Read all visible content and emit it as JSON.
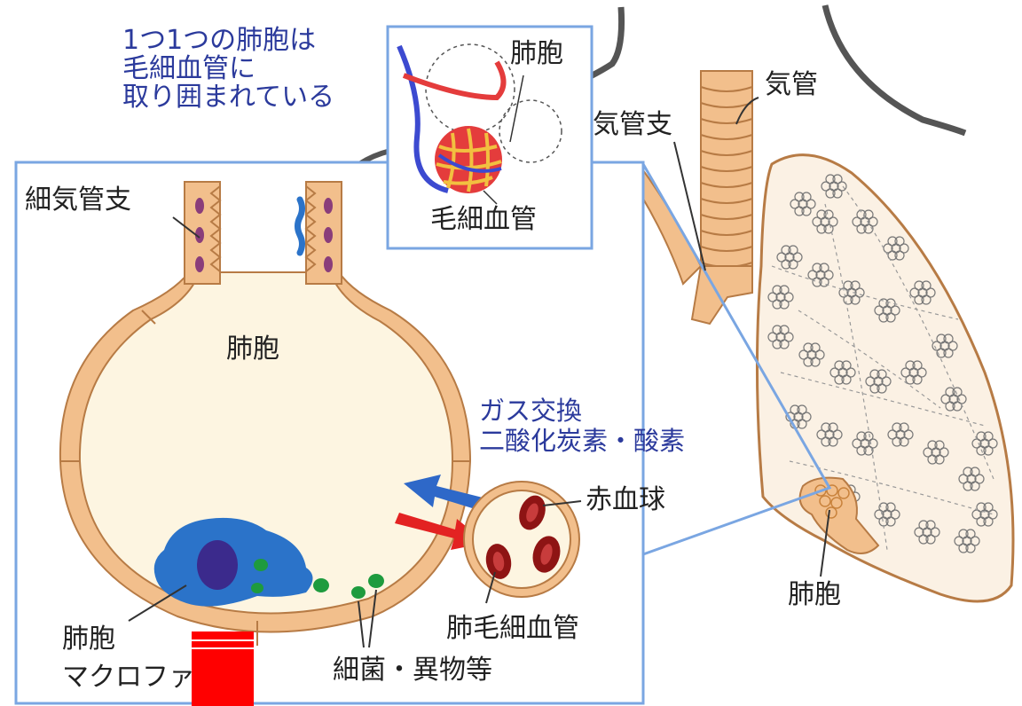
{
  "labels": {
    "caption_line1": "1つ1つの肺胞は",
    "caption_line2": "毛細血管に",
    "caption_line3": "取り囲まれている",
    "inset_alveolus": "肺胞",
    "inset_capillary": "毛細血管",
    "trachea": "気管",
    "bronchus": "気管支",
    "bronchiole": "細気管支",
    "alveolus_main": "肺胞",
    "gas_exchange_1": "ガス交換",
    "gas_exchange_2": "二酸化炭素・酸素",
    "red_blood_cell": "赤血球",
    "pulmonary_capillary": "肺毛細血管",
    "macrophage_1": "肺胞",
    "macrophage_2": "マクロファージ",
    "bacteria": "細菌・異物等",
    "lung_alveolus": "肺胞"
  },
  "colors": {
    "frame_blue": "#6f9ee0",
    "wall_tan": "#f2bf8c",
    "wall_stroke": "#b77b45",
    "alveolus_fill": "#fdf5e1",
    "macrophage_blue": "#2b73c9",
    "nucleus_purple": "#3b2a8c",
    "particle_green": "#1e9b3e",
    "arrow_blue": "#2e68c8",
    "arrow_red": "#e32222",
    "rbc_red": "#8e1414",
    "lung_fill": "#fbf1e4",
    "redaction": "#ff0000"
  }
}
